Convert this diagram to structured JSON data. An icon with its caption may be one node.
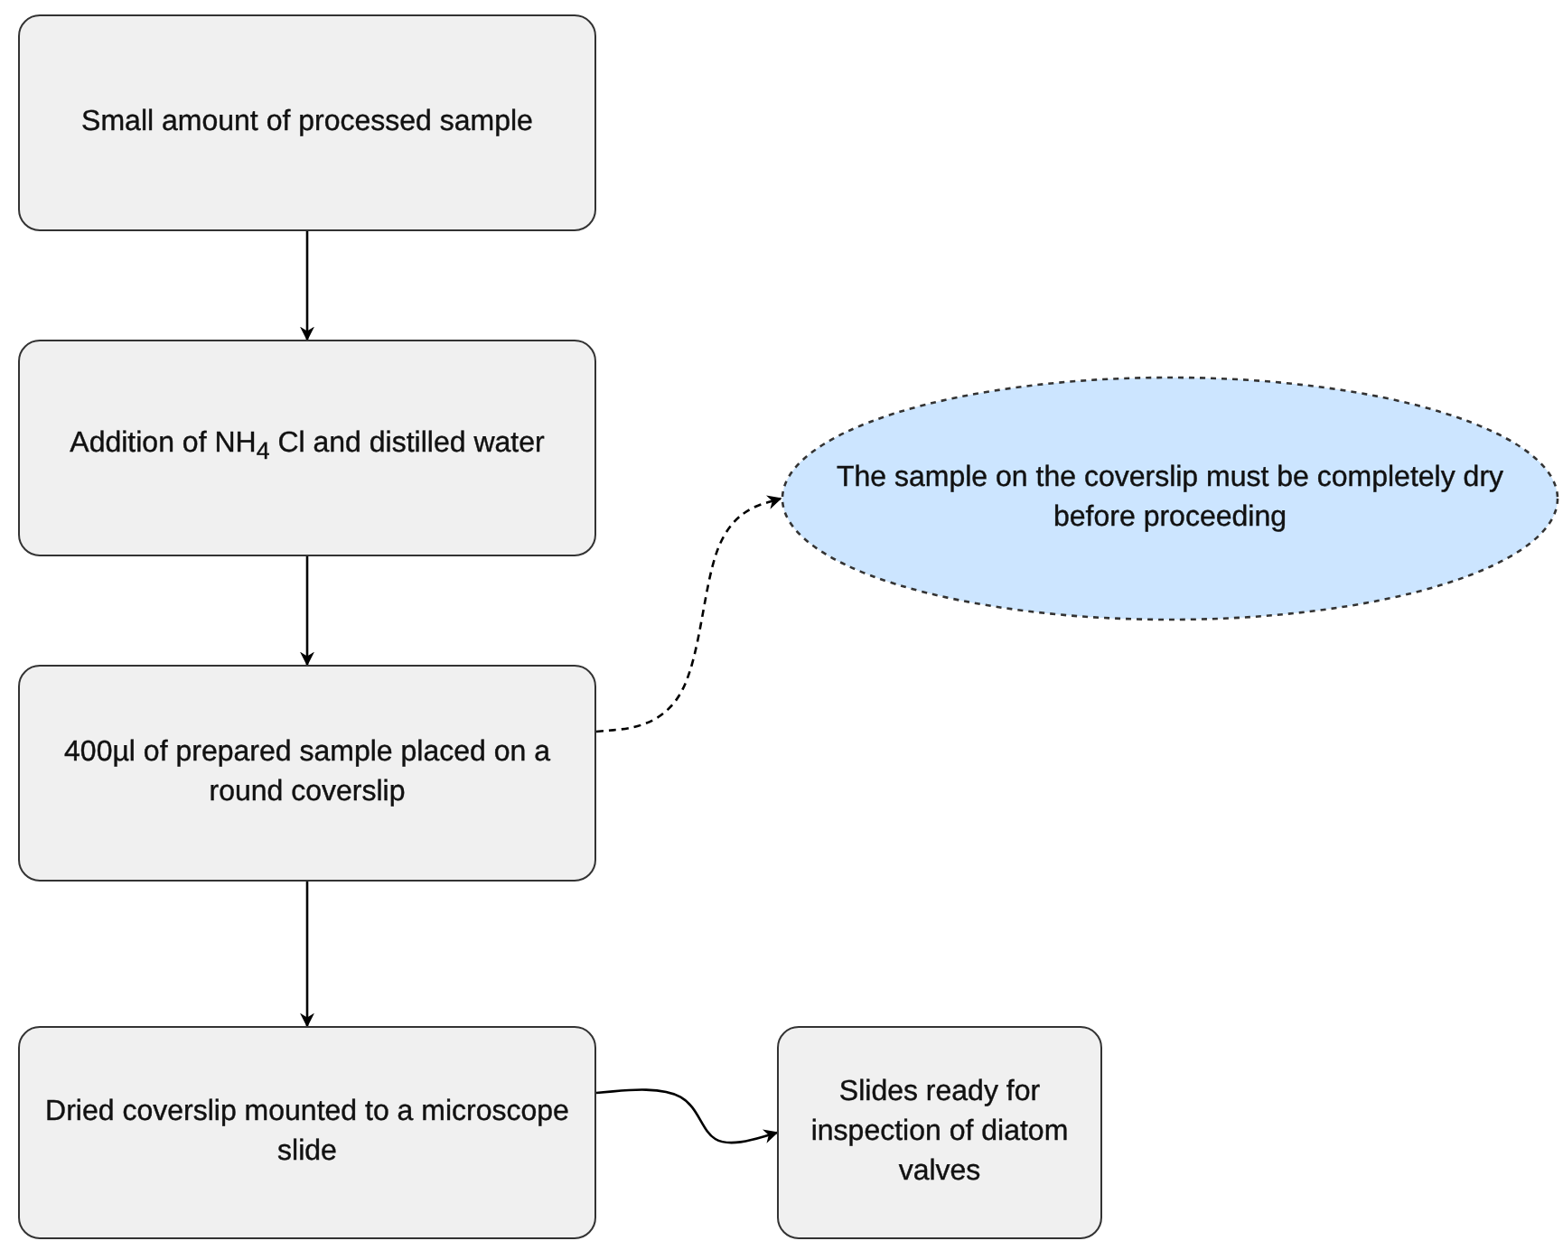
{
  "diagram": {
    "nodes": [
      {
        "text": [
          "Small amount of processed sample"
        ]
      },
      {
        "text": [
          "Addition of NH$_{4}$ Cl and distilled water"
        ]
      },
      {
        "text": [
          "The sample on the coverslip must be completely dry before proceeding"
        ]
      },
      {
        "text": [
          "400µl of prepared sample placed on a round coverslip"
        ]
      },
      {
        "text": [
          "Dried coverslip mounted to a microscope slide"
        ]
      },
      {
        "text": [
          "Slides ready for inspection of diatom valves"
        ]
      }
    ],
    "edges": [
      {
        "from": 0,
        "to": 1,
        "arrow": "to"
      },
      {
        "from": 1,
        "to": 3,
        "arrow": "to"
      },
      {
        "from": 3,
        "to": 2,
        "arrow": "to",
        "style": "dashed"
      },
      {
        "from": 3,
        "to": 4,
        "arrow": "to"
      },
      {
        "from": 4,
        "to": 5,
        "arrow": "to"
      }
    ]
  }
}
